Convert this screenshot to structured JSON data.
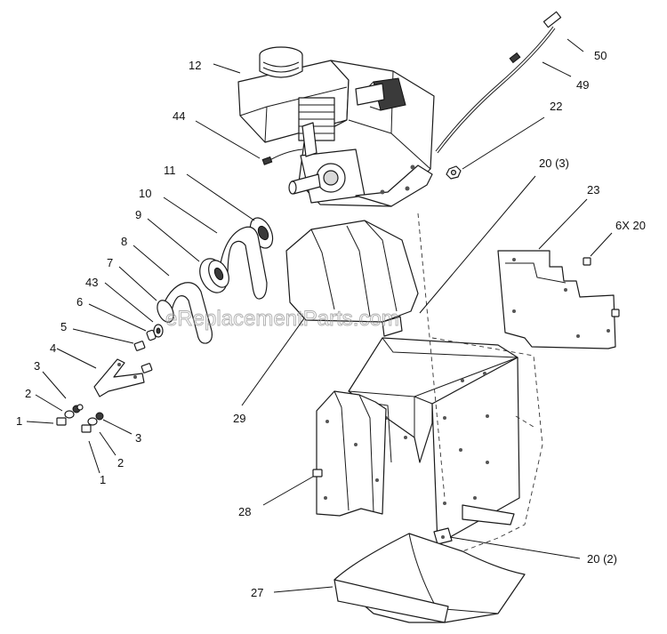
{
  "watermark": "eReplacementParts.com",
  "callouts": [
    {
      "id": "c50",
      "text": "50"
    },
    {
      "id": "c49",
      "text": "49"
    },
    {
      "id": "c12",
      "text": "12"
    },
    {
      "id": "c22",
      "text": "22"
    },
    {
      "id": "c44",
      "text": "44"
    },
    {
      "id": "c11",
      "text": "11"
    },
    {
      "id": "c20-3",
      "text": "20 (3)"
    },
    {
      "id": "c23",
      "text": "23"
    },
    {
      "id": "c10",
      "text": "10"
    },
    {
      "id": "c9",
      "text": "9"
    },
    {
      "id": "c6x20",
      "text": "6X 20"
    },
    {
      "id": "c8",
      "text": "8"
    },
    {
      "id": "c7",
      "text": "7"
    },
    {
      "id": "c43",
      "text": "43"
    },
    {
      "id": "c6",
      "text": "6"
    },
    {
      "id": "c5",
      "text": "5"
    },
    {
      "id": "c4",
      "text": "4"
    },
    {
      "id": "c3a",
      "text": "3"
    },
    {
      "id": "c2a",
      "text": "2"
    },
    {
      "id": "c1a",
      "text": "1"
    },
    {
      "id": "c3b",
      "text": "3"
    },
    {
      "id": "c2b",
      "text": "2"
    },
    {
      "id": "c1b",
      "text": "1"
    },
    {
      "id": "c29",
      "text": "29"
    },
    {
      "id": "c28",
      "text": "28"
    },
    {
      "id": "c20-2",
      "text": "20 (2)"
    },
    {
      "id": "c27",
      "text": "27"
    }
  ]
}
